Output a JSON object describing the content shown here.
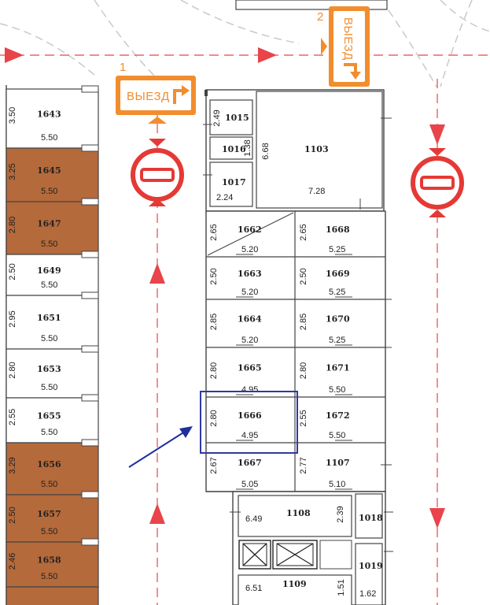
{
  "colors": {
    "wall": "#444444",
    "taken": "#b56a3b",
    "road": "#e8444a",
    "road_dash": "#c9c9c9",
    "sign_orange": "#f28d2e",
    "no_entry": "#e53935",
    "highlight": "#2f3aa0",
    "arrow_pointer": "#1f2f9c"
  },
  "exits": [
    {
      "number": "1",
      "label": "ВЫЕЗД"
    },
    {
      "number": "2",
      "label": "ВЫЕЗД"
    }
  ],
  "left_column": [
    {
      "id": "1643",
      "width": "3.50",
      "length": "5.50",
      "taken": false
    },
    {
      "id": "1645",
      "width": "3.25",
      "length": "5.50",
      "taken": true
    },
    {
      "id": "1647",
      "width": "2.80",
      "length": "5.50",
      "taken": true
    },
    {
      "id": "1649",
      "width": "2.50",
      "length": "5.50",
      "taken": false
    },
    {
      "id": "1651",
      "width": "2.95",
      "length": "5.50",
      "taken": false
    },
    {
      "id": "1653",
      "width": "2.80",
      "length": "5.50",
      "taken": false
    },
    {
      "id": "1655",
      "width": "2.55",
      "length": "5.50",
      "taken": false
    },
    {
      "id": "1656",
      "width": "3.29",
      "length": "5.50",
      "taken": true
    },
    {
      "id": "1657",
      "width": "2.50",
      "length": "5.50",
      "taken": true
    },
    {
      "id": "1658",
      "width": "2.46",
      "length": "5.50",
      "taken": true
    }
  ],
  "storage": [
    {
      "id": "1015",
      "width": "2.49"
    },
    {
      "id": "1016",
      "width": "1.38"
    },
    {
      "id": "1017",
      "length": "2.24"
    },
    {
      "id": "1103",
      "width": "6.68",
      "length": "7.28"
    }
  ],
  "center_left": [
    {
      "id": "1662",
      "width": "2.65",
      "length": "5.20"
    },
    {
      "id": "1663",
      "width": "2.50",
      "length": "5.20"
    },
    {
      "id": "1664",
      "width": "2.85",
      "length": "5.20"
    },
    {
      "id": "1665",
      "width": "2.80",
      "length": "4.95"
    },
    {
      "id": "1666",
      "width": "2.80",
      "length": "4.95"
    },
    {
      "id": "1667",
      "width": "2.67",
      "length": "5.05"
    }
  ],
  "center_right": [
    {
      "id": "1668",
      "width": "2.65",
      "length": "5.25"
    },
    {
      "id": "1669",
      "width": "2.50",
      "length": "5.25"
    },
    {
      "id": "1670",
      "width": "2.85",
      "length": "5.25"
    },
    {
      "id": "1671",
      "width": "2.80",
      "length": "5.50"
    },
    {
      "id": "1672",
      "width": "2.55",
      "length": "5.50"
    },
    {
      "id": "1107",
      "width": "2.77",
      "length": "5.10"
    }
  ],
  "bottom_rooms": [
    {
      "id": "1108",
      "width": "6.49",
      "length": "2.39"
    },
    {
      "id": "1018"
    },
    {
      "id": "1019",
      "length": "1.62"
    },
    {
      "id": "1109",
      "width": "6.51",
      "length": "1.51"
    }
  ]
}
